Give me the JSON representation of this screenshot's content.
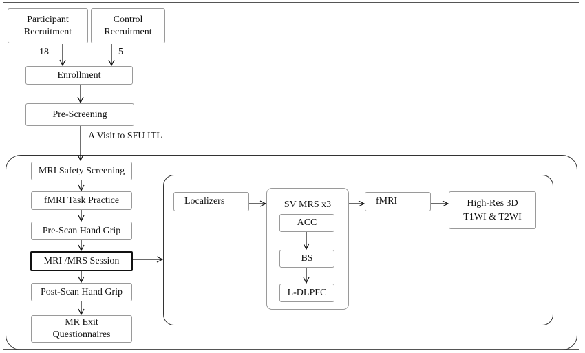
{
  "nodes": {
    "participant_recruitment": "Participant Recruitment",
    "control_recruitment": "Control Recruitment",
    "enrollment": "Enrollment",
    "pre_screening": "Pre-Screening",
    "mri_safety": "MRI Safety Screening",
    "fmri_practice": "fMRI Task Practice",
    "prescan_grip": "Pre-Scan Hand Grip",
    "mri_mrs_session": "MRI /MRS Session",
    "postscan_grip": "Post-Scan Hand Grip",
    "exit_questionnaires": "MR Exit Questionnaires",
    "localizers": "Localizers",
    "sv_mrs": "SV MRS x3",
    "acc": "ACC",
    "bs": "BS",
    "l_dlpfc": "L-DLPFC",
    "fmri": "fMRI",
    "highres": "High-Res 3D T1WI & T2WI"
  },
  "labels": {
    "participant_count": "18",
    "control_count": "5",
    "visit": "A Visit to SFU ITL"
  }
}
